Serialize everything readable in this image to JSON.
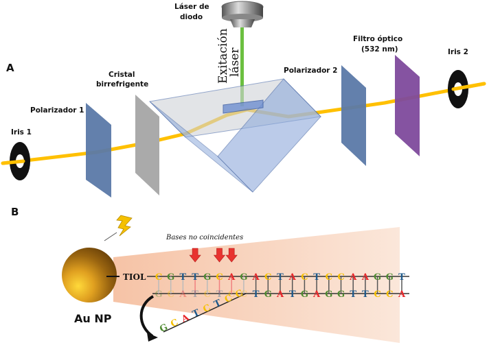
{
  "panel_a": {
    "label": "A",
    "components": {
      "laser": "Láser de diodo",
      "laser_line1": "Láser de",
      "laser_line2": "diodo",
      "excitation_line1": "Exitación",
      "excitation_line2": "láser",
      "iris1": "Iris 1",
      "polarizer1": "Polarizador 1",
      "crystal_line1": "Cristal",
      "crystal_line2": "birrefrigente",
      "polarizer2": "Polarizador 2",
      "filter_line1": "Filtro óptico",
      "filter_line2": "(532 nm)",
      "iris2": "Iris 2"
    },
    "colors": {
      "beam": "#ffc000",
      "laser_beam": "#70c040",
      "polarizer": "#5b79a8",
      "crystal": "#a6a6a6",
      "filter": "#7e4a9c",
      "prism": "#8eaadb",
      "iris": "#111111"
    }
  },
  "panel_b": {
    "label": "B",
    "nanoparticle_label": "Au NP",
    "linker_label": "TIOL",
    "mismatch_label": "Bases no coincidentes",
    "top_strand": [
      "C",
      "G",
      "T",
      "T",
      "G",
      "C",
      "A",
      "G",
      "A",
      "C",
      "T",
      "A",
      "C",
      "T",
      "C",
      "C",
      "A",
      "A",
      "G",
      "G",
      "T"
    ],
    "bottom_strand": [
      "G",
      "C",
      "A",
      "T",
      "C",
      "T",
      "C",
      "C",
      "T",
      "G",
      "A",
      "T",
      "G",
      "A",
      "G",
      "G",
      "T",
      "T",
      "C",
      "C",
      "A"
    ],
    "displaced_strand": [
      "G",
      "C",
      "A",
      "T",
      "C",
      "T",
      "C",
      "C"
    ],
    "mismatch_positions": [
      3,
      5,
      6
    ],
    "base_colors": {
      "A": "#e8262a",
      "C": "#f5c000",
      "G": "#4e8a30",
      "T": "#1f5a8c"
    }
  }
}
